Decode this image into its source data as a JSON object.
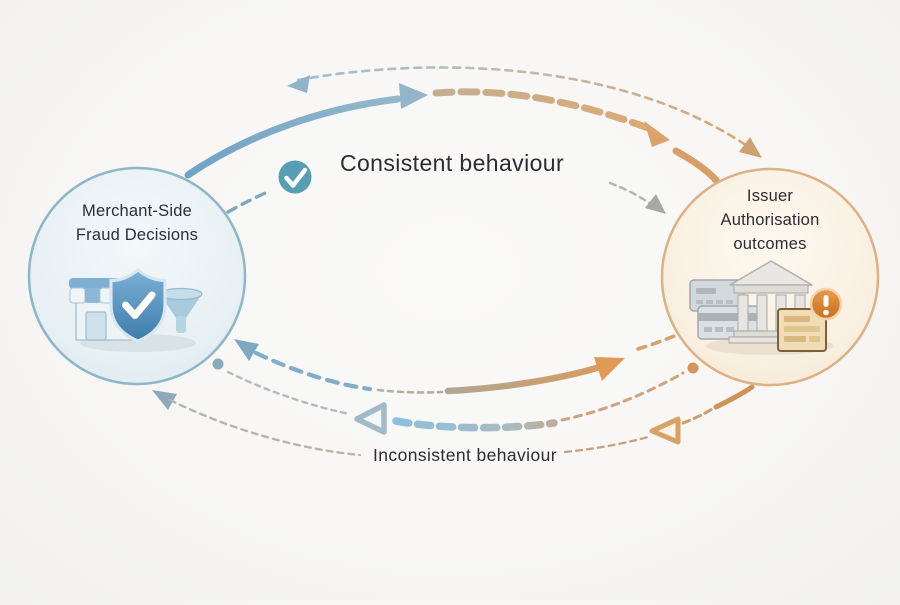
{
  "diagram": {
    "type": "two-node-cycle",
    "top_label": "Consistent behaviour",
    "bottom_label": "Inconsistent behaviour",
    "merchant_node": {
      "line1": "Merchant-Side",
      "line2": "Fraud Decisions",
      "icons": [
        "storefront-icon",
        "shield-check-icon",
        "funnel-icon"
      ]
    },
    "issuer_node": {
      "line1": "Issuer",
      "line2": "Authorisation",
      "line3": "outcomes",
      "icons": [
        "credit-cards-icon",
        "bank-icon",
        "document-icon",
        "warning-badge-icon"
      ]
    },
    "badges": {
      "consistent_check": "check-circle-icon"
    }
  },
  "colors": {
    "background": "#f7f6f4",
    "merchant_fill": "#e7f0f4",
    "merchant_border": "#8db6c8",
    "issuer_fill": "#faf1e4",
    "issuer_border": "#ddb183",
    "blue_arrow": "#7fa9c7",
    "orange_arrow": "#dd9b5e",
    "check_badge": "#579db4",
    "warning_badge": "#d9812e",
    "text": "#2c2e35"
  }
}
